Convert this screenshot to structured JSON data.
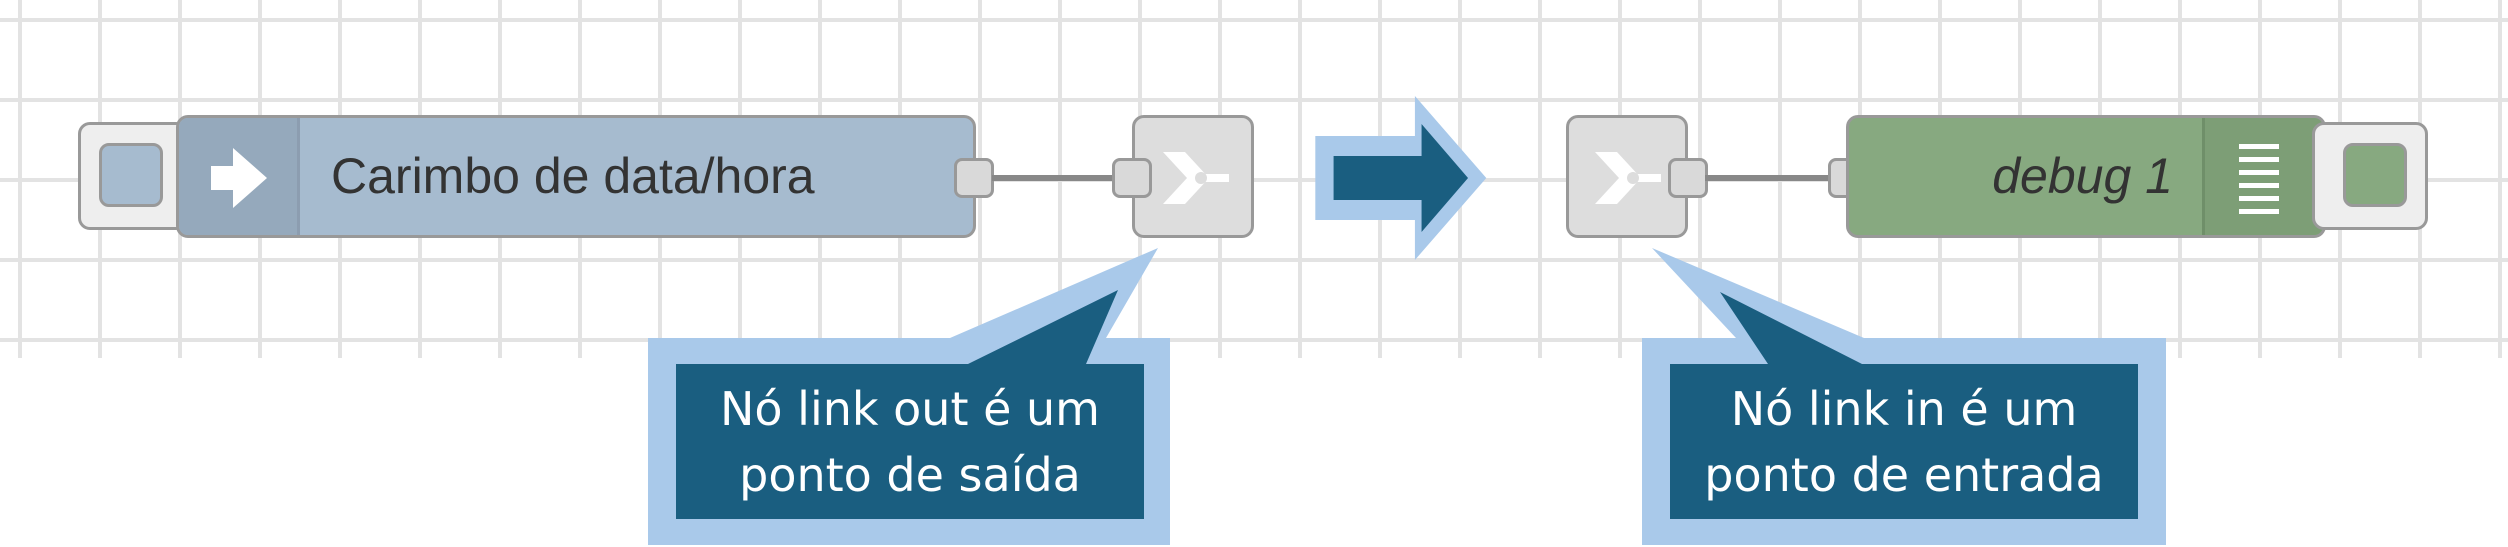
{
  "flow_before": {
    "inject_node": {
      "label": "Carimbo de data/hora",
      "color": "#a6bbcf"
    },
    "link_out_node": {
      "color": "#dddddd"
    }
  },
  "flow_after": {
    "link_in_node": {
      "color": "#dddddd"
    },
    "debug_node": {
      "label": "debug 1",
      "color": "#87a980"
    }
  },
  "callouts": {
    "link_out": {
      "line1": "Nó link out é um",
      "line2": "ponto de saída"
    },
    "link_in": {
      "line1": "Nó link in é um",
      "line2": "ponto de entrada"
    }
  },
  "colors": {
    "callout_fill": "#1a5e80",
    "callout_border": "#a9c9ea",
    "arrow_fill": "#1a5e80",
    "wire": "#888888",
    "grid": "#e3e3e3"
  },
  "icons": {
    "inject": "arrow-right-icon",
    "link_out": "link-out-icon",
    "link_in": "link-in-icon",
    "debug": "list-lines-icon",
    "transition": "big-arrow-right-icon"
  }
}
